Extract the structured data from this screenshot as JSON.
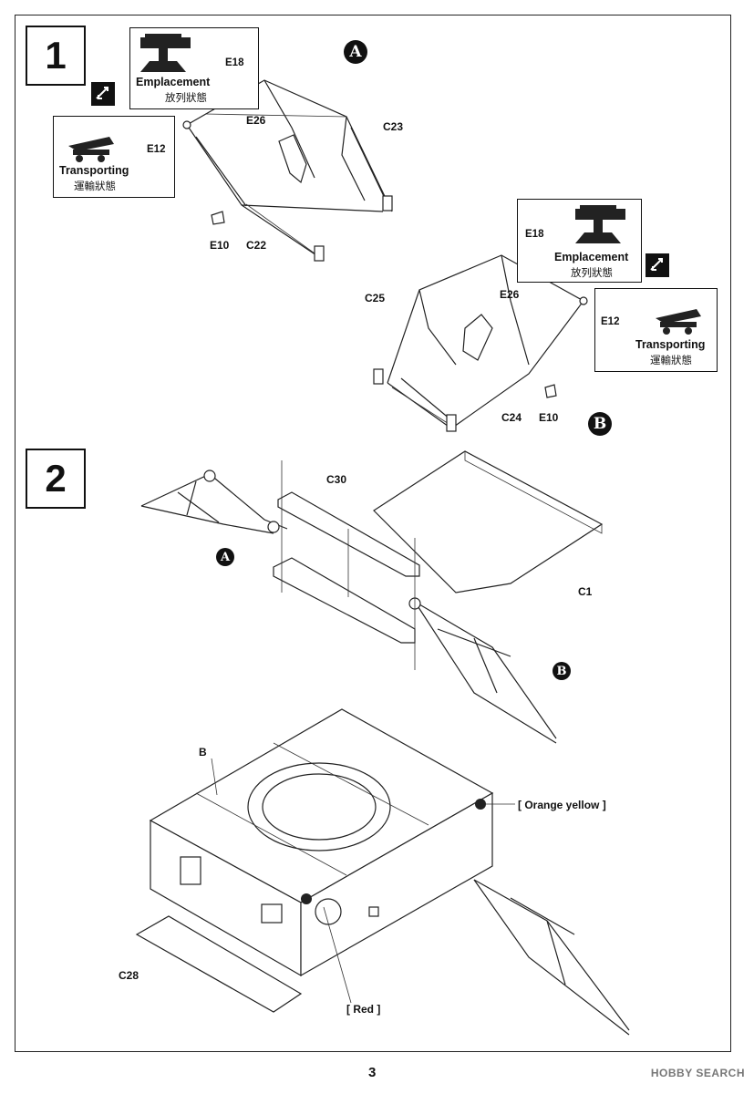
{
  "steps": {
    "step1": "1",
    "step2": "2"
  },
  "markers": {
    "A": "A",
    "B": "B"
  },
  "callouts": {
    "emplacement_en": "Emplacement",
    "emplacement_jp": "放列狀態",
    "transporting_en": "Transporting",
    "transporting_jp": "運輸狀態",
    "e18": "E18",
    "e12": "E12"
  },
  "parts": {
    "e26": "E26",
    "c23": "C23",
    "e10": "E10",
    "c22": "C22",
    "c25": "C25",
    "c24": "C24",
    "c30": "C30",
    "c1": "C1",
    "b": "B",
    "c28": "C28"
  },
  "paint": {
    "orange_yellow": "[ Orange  yellow ]",
    "red": "[ Red ]"
  },
  "page_number": "3",
  "watermark": "HOBBY SEARCH"
}
